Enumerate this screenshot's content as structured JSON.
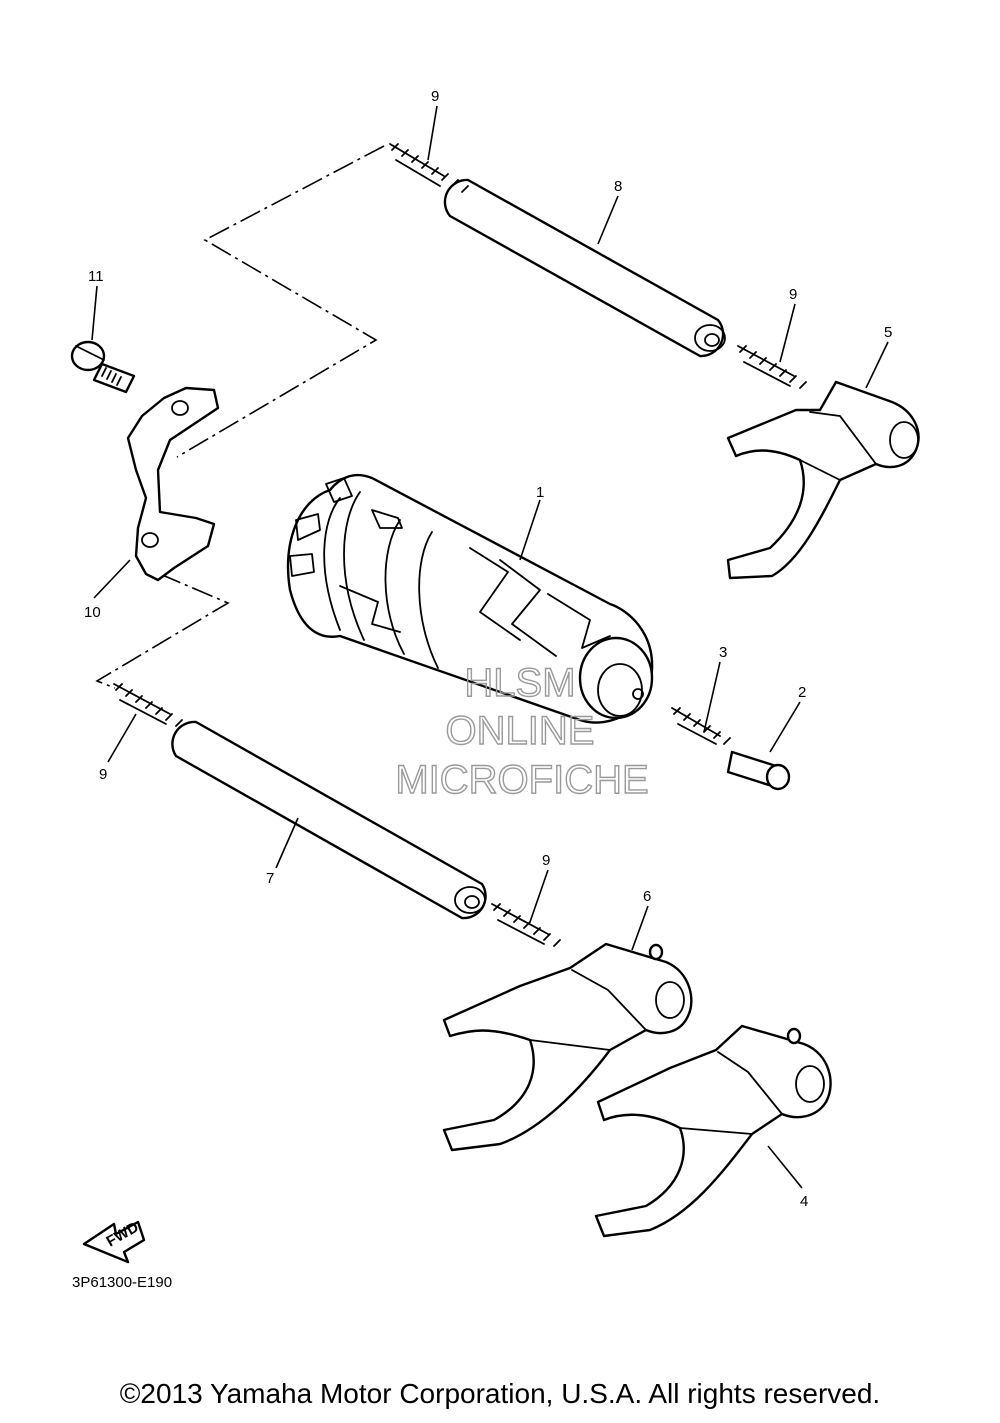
{
  "diagram": {
    "callouts": {
      "p1": "1",
      "p2": "2",
      "p3": "3",
      "p4": "4",
      "p5": "5",
      "p6": "6",
      "p7": "7",
      "p8": "8",
      "p9a": "9",
      "p9b": "9",
      "p9c": "9",
      "p9d": "9",
      "p10": "10",
      "p11": "11"
    },
    "fwd_label": "FWD",
    "diagram_code": "3P61300-E190",
    "watermark": [
      "HLSM",
      "ONLINE",
      "MICROFICHE"
    ]
  },
  "footer": {
    "copyright": "©2013 Yamaha Motor Corporation, U.S.A. All rights reserved."
  }
}
